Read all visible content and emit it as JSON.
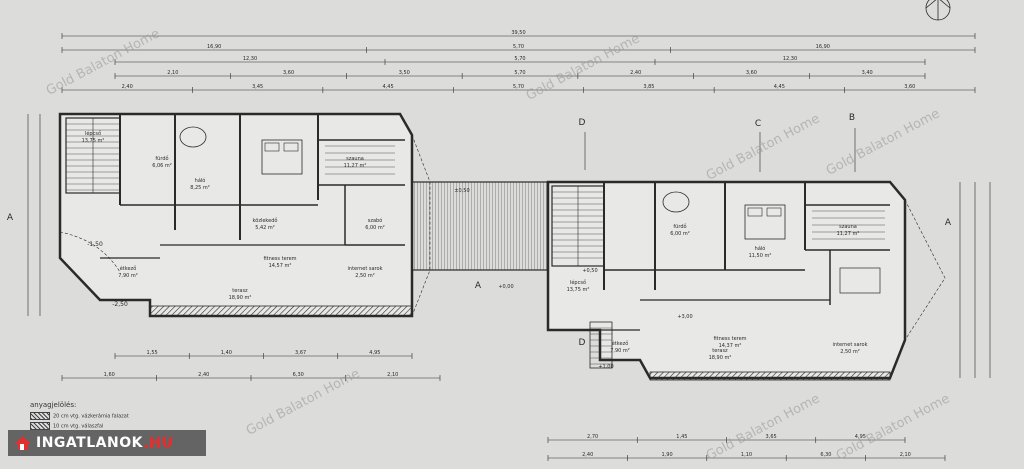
{
  "plan": {
    "top_dims": {
      "total": "39,50",
      "row2": [
        "16,90",
        "5,70",
        "16,90"
      ],
      "row3": [
        "12,30",
        "5,70",
        "12,30"
      ],
      "row4": [
        "2,10",
        "3,60",
        "3,50",
        "5,70",
        "2,40",
        "3,60",
        "3,40"
      ],
      "row5": [
        "2,40",
        "3,45",
        "4,45",
        "5,70",
        "3,85",
        "4,45",
        "3,60"
      ]
    },
    "bottom_dims_left": [
      "1,55",
      "1,40",
      "3,67",
      "4,95"
    ],
    "bottom_dims_left2": [
      "1,60",
      "2,40",
      "6,30",
      "2,10"
    ],
    "bottom_dims_right": [
      "2,70",
      "1,45",
      "3,65",
      "4,95"
    ],
    "bottom_dims_right2": [
      "2,40",
      "1,90",
      "1,10",
      "6,30",
      "2,10"
    ],
    "section_markers": {
      "a": "A",
      "b": "B",
      "c": "C",
      "d": "D"
    },
    "left_rooms": [
      {
        "name": "lépcső",
        "area": "13,75 m²"
      },
      {
        "name": "háló",
        "area": "8,25 m²"
      },
      {
        "name": "fürdő",
        "area": "6,06 m²"
      },
      {
        "name": "szauna",
        "area": "11,27 m²"
      },
      {
        "name": "közlekedő",
        "area": "5,42 m²"
      },
      {
        "name": "étkező",
        "area": "7,90 m²"
      },
      {
        "name": "fitness terem",
        "area": "14,57 m²"
      },
      {
        "name": "terasz",
        "area": "18,90 m²"
      },
      {
        "name": "internet sarok",
        "area": "2,50 m²"
      },
      {
        "name": "szabó",
        "area": "6,00 m²"
      }
    ],
    "right_rooms": [
      {
        "name": "lépcső",
        "area": "13,75 m²"
      },
      {
        "name": "háló",
        "area": "11,50 m²"
      },
      {
        "name": "fürdő",
        "area": "6,00 m²"
      },
      {
        "name": "szauna",
        "area": "11,27 m²"
      },
      {
        "name": "étkező",
        "area": "7,90 m²"
      },
      {
        "name": "fitness terem",
        "area": "14,37 m²"
      },
      {
        "name": "terasz",
        "area": "18,90 m²"
      },
      {
        "name": "internet sarok",
        "area": "2,50 m²"
      }
    ],
    "levels": {
      "left_a": "-1,50",
      "left_b": "-2,50",
      "mid": "±0,50",
      "mid2": "+0,00",
      "right_a": "+0,50",
      "right_b": "+3,00",
      "right_c": "+1,00"
    }
  },
  "watermark": "Gold Balaton Home",
  "legend": {
    "title": "anyagjelölés:",
    "rows": [
      "20 cm vtg. vázkerámia falazat",
      "10 cm vtg. válaszfal"
    ]
  },
  "logo": {
    "prefix": "INGATLANOK",
    "suffix": ".HU"
  },
  "colors": {
    "paper": "#dcdcdb",
    "ink": "#2a2a2a",
    "logo_bg": "#3c3c3c",
    "logo_accent": "#e03030"
  }
}
